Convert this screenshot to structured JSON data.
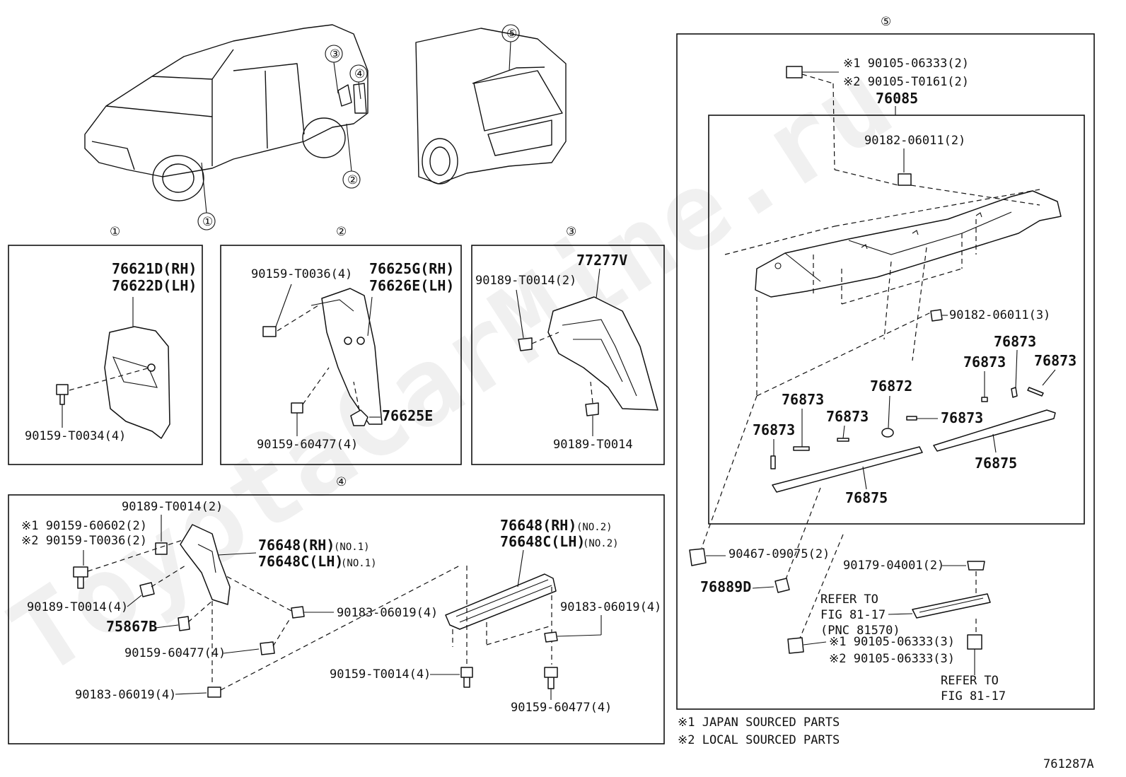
{
  "watermark": "ToyotaCarMine.ru",
  "callouts": {
    "c1": "①",
    "c2": "②",
    "c3": "③",
    "c4": "④",
    "c5": "⑤"
  },
  "panel1": {
    "title": "①",
    "rh": "76621D(RH)",
    "lh": "76622D(LH)",
    "screw": "90159-T0034(4)"
  },
  "panel2": {
    "title": "②",
    "screw_top": "90159-T0036(4)",
    "rh": "76625G(RH)",
    "lh": "76626E(LH)",
    "screw_bottom": "90159-60477(4)",
    "clip": "76625E"
  },
  "panel3": {
    "title": "③",
    "part": "77277V",
    "clip_top": "90189-T0014(2)",
    "clip_bottom": "90189-T0014"
  },
  "panel4": {
    "title": "④",
    "clip_top": "90189-T0014(2)",
    "note1_screw": "※1 90159-60602(2)",
    "note2_screw": "※2 90159-T0036(2)",
    "rh_no1": "76648(RH)",
    "rh_no1_suffix": "(NO.1)",
    "lh_no1": "76648C(LH)",
    "lh_no1_suffix": "(NO.1)",
    "rh_no2": "76648(RH)",
    "rh_no2_suffix": "(NO.2)",
    "lh_no2": "76648C(LH)",
    "lh_no2_suffix": "(NO.2)",
    "clip_mid": "90189-T0014(4)",
    "nut_center": "90183-06019(4)",
    "nut_right": "90183-06019(4)",
    "part_75867b": "75867B",
    "screw_mid": "90159-60477(4)",
    "nut_bottom": "90183-06019(4)",
    "screw_t0014": "90159-T0014(4)",
    "screw_bottom_right": "90159-60477(4)"
  },
  "panel5": {
    "title": "⑤",
    "bolt_note1": "※1 90105-06333(2)",
    "bolt_note2": "※2 90105-T0161(2)",
    "spoiler": "76085",
    "nut_top": "90182-06011(2)",
    "nut_right": "90182-06011(3)",
    "tape_a": "76873",
    "tape_b": "76873",
    "tape_c": "76873",
    "tape_d": "76873",
    "tape_e": "76873",
    "tape_f": "76873",
    "tape_g": "76873",
    "seal_center": "76872",
    "weather_right": "76875",
    "weather_left": "76875",
    "grommet": "90467-09075(2)",
    "clip_76889d": "76889D",
    "nut_9017904001": "90179-04001(2)",
    "refer_1": "REFER TO",
    "refer_1b": "FIG 81-17",
    "refer_1c": "(PNC 81570)",
    "bolt_bottom_1": "※1 90105-06333(3)",
    "bolt_bottom_2": "※2 90105-06333(3)",
    "refer_2": "REFER TO",
    "refer_2b": "FIG 81-17"
  },
  "notes": {
    "n1": "※1  JAPAN SOURCED PARTS",
    "n2": "※2  LOCAL SOURCED PARTS"
  },
  "figure_id": "761287A"
}
